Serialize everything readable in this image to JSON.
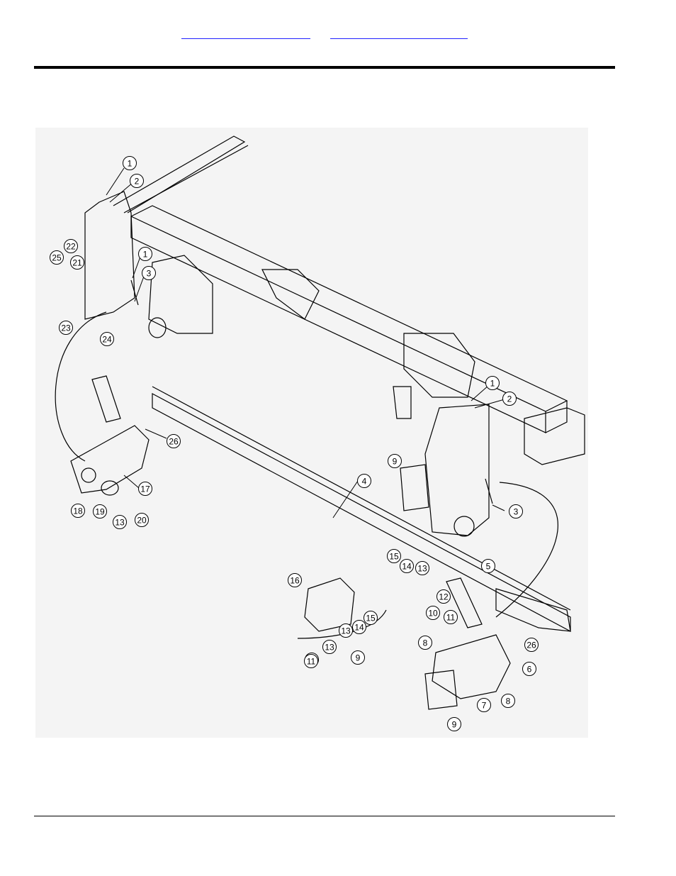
{
  "header": {
    "links": [
      {
        "text": ""
      },
      {
        "text": ""
      }
    ]
  },
  "figure": {
    "callouts": [
      {
        "id": "c1a",
        "label": "1"
      },
      {
        "id": "c2a",
        "label": "2"
      },
      {
        "id": "c1b",
        "label": "1"
      },
      {
        "id": "c3a",
        "label": "3"
      },
      {
        "id": "c22",
        "label": "22"
      },
      {
        "id": "c25",
        "label": "25"
      },
      {
        "id": "c21",
        "label": "21"
      },
      {
        "id": "c23",
        "label": "23"
      },
      {
        "id": "c24",
        "label": "24"
      },
      {
        "id": "c26a",
        "label": "26"
      },
      {
        "id": "c17",
        "label": "17"
      },
      {
        "id": "c18",
        "label": "18"
      },
      {
        "id": "c19",
        "label": "19"
      },
      {
        "id": "c13a",
        "label": "13"
      },
      {
        "id": "c20",
        "label": "20"
      },
      {
        "id": "c1c",
        "label": "1"
      },
      {
        "id": "c2b",
        "label": "2"
      },
      {
        "id": "c9a",
        "label": "9"
      },
      {
        "id": "c4",
        "label": "4"
      },
      {
        "id": "c3b",
        "label": "3"
      },
      {
        "id": "c15a",
        "label": "15"
      },
      {
        "id": "c14a",
        "label": "14"
      },
      {
        "id": "c13b",
        "label": "13"
      },
      {
        "id": "c5",
        "label": "5"
      },
      {
        "id": "c16",
        "label": "16"
      },
      {
        "id": "c12",
        "label": "12"
      },
      {
        "id": "c10",
        "label": "10"
      },
      {
        "id": "c11a",
        "label": "11"
      },
      {
        "id": "c13c",
        "label": "13"
      },
      {
        "id": "c14b",
        "label": "14"
      },
      {
        "id": "c15b",
        "label": "15"
      },
      {
        "id": "c8a",
        "label": "8"
      },
      {
        "id": "c26b",
        "label": "26"
      },
      {
        "id": "c11b",
        "label": "11"
      },
      {
        "id": "c13d",
        "label": "13"
      },
      {
        "id": "c6",
        "label": "6"
      },
      {
        "id": "c11c",
        "label": "11"
      },
      {
        "id": "c9b",
        "label": "9"
      },
      {
        "id": "c7",
        "label": "7"
      },
      {
        "id": "c8b",
        "label": "8"
      },
      {
        "id": "c9c",
        "label": "9"
      }
    ]
  }
}
